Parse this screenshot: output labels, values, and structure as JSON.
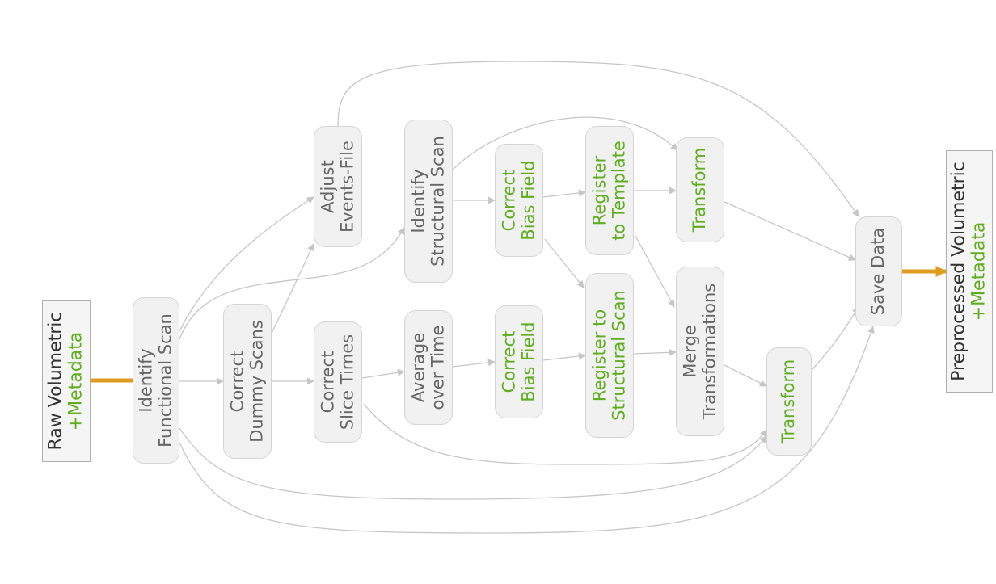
{
  "colors": {
    "background": "#ffffff",
    "node_fill": "#f1f1f1",
    "node_border": "#d4d4d4",
    "io_border": "#b0b0b0",
    "edge": "#c6c6c6",
    "io_edge": "#e09c1f",
    "text_default": "#666666",
    "text_highlight": "#5fae1e",
    "text_dark": "#333333"
  },
  "input": {
    "line1": "Raw Volumetric",
    "line2": "+Metadata"
  },
  "output": {
    "line1": "Preprocessed Volumetric",
    "line2": "+Metadata"
  },
  "nodes": {
    "identify_functional": {
      "line1": "Identify",
      "line2": "Functional Scan",
      "highlight": false
    },
    "correct_dummy": {
      "line1": "Correct",
      "line2": "Dummy Scans",
      "highlight": false
    },
    "adjust_events": {
      "line1": "Adjust",
      "line2": "Events-File",
      "highlight": false
    },
    "correct_slice": {
      "line1": "Correct",
      "line2": "Slice Times",
      "highlight": false
    },
    "identify_structural": {
      "line1": "Identify",
      "line2": "Structural Scan",
      "highlight": false
    },
    "average_time": {
      "line1": "Average",
      "line2": "over Time",
      "highlight": false
    },
    "bias_top": {
      "line1": "Correct",
      "line2": "Bias Field",
      "highlight": true
    },
    "bias_bottom": {
      "line1": "Correct",
      "line2": "Bias Field",
      "highlight": true
    },
    "register_template": {
      "line1": "Register",
      "line2": "to Template",
      "highlight": true
    },
    "register_structural": {
      "line1": "Register to",
      "line2": "Structural Scan",
      "highlight": true
    },
    "transform_top": {
      "line1": "Transform",
      "line2": "",
      "highlight": true
    },
    "merge_transformations": {
      "line1": "Merge",
      "line2": "Transformations",
      "highlight": false
    },
    "transform_bottom": {
      "line1": "Transform",
      "line2": "",
      "highlight": true
    },
    "save_data": {
      "line1": "Save Data",
      "line2": "",
      "highlight": false
    }
  }
}
